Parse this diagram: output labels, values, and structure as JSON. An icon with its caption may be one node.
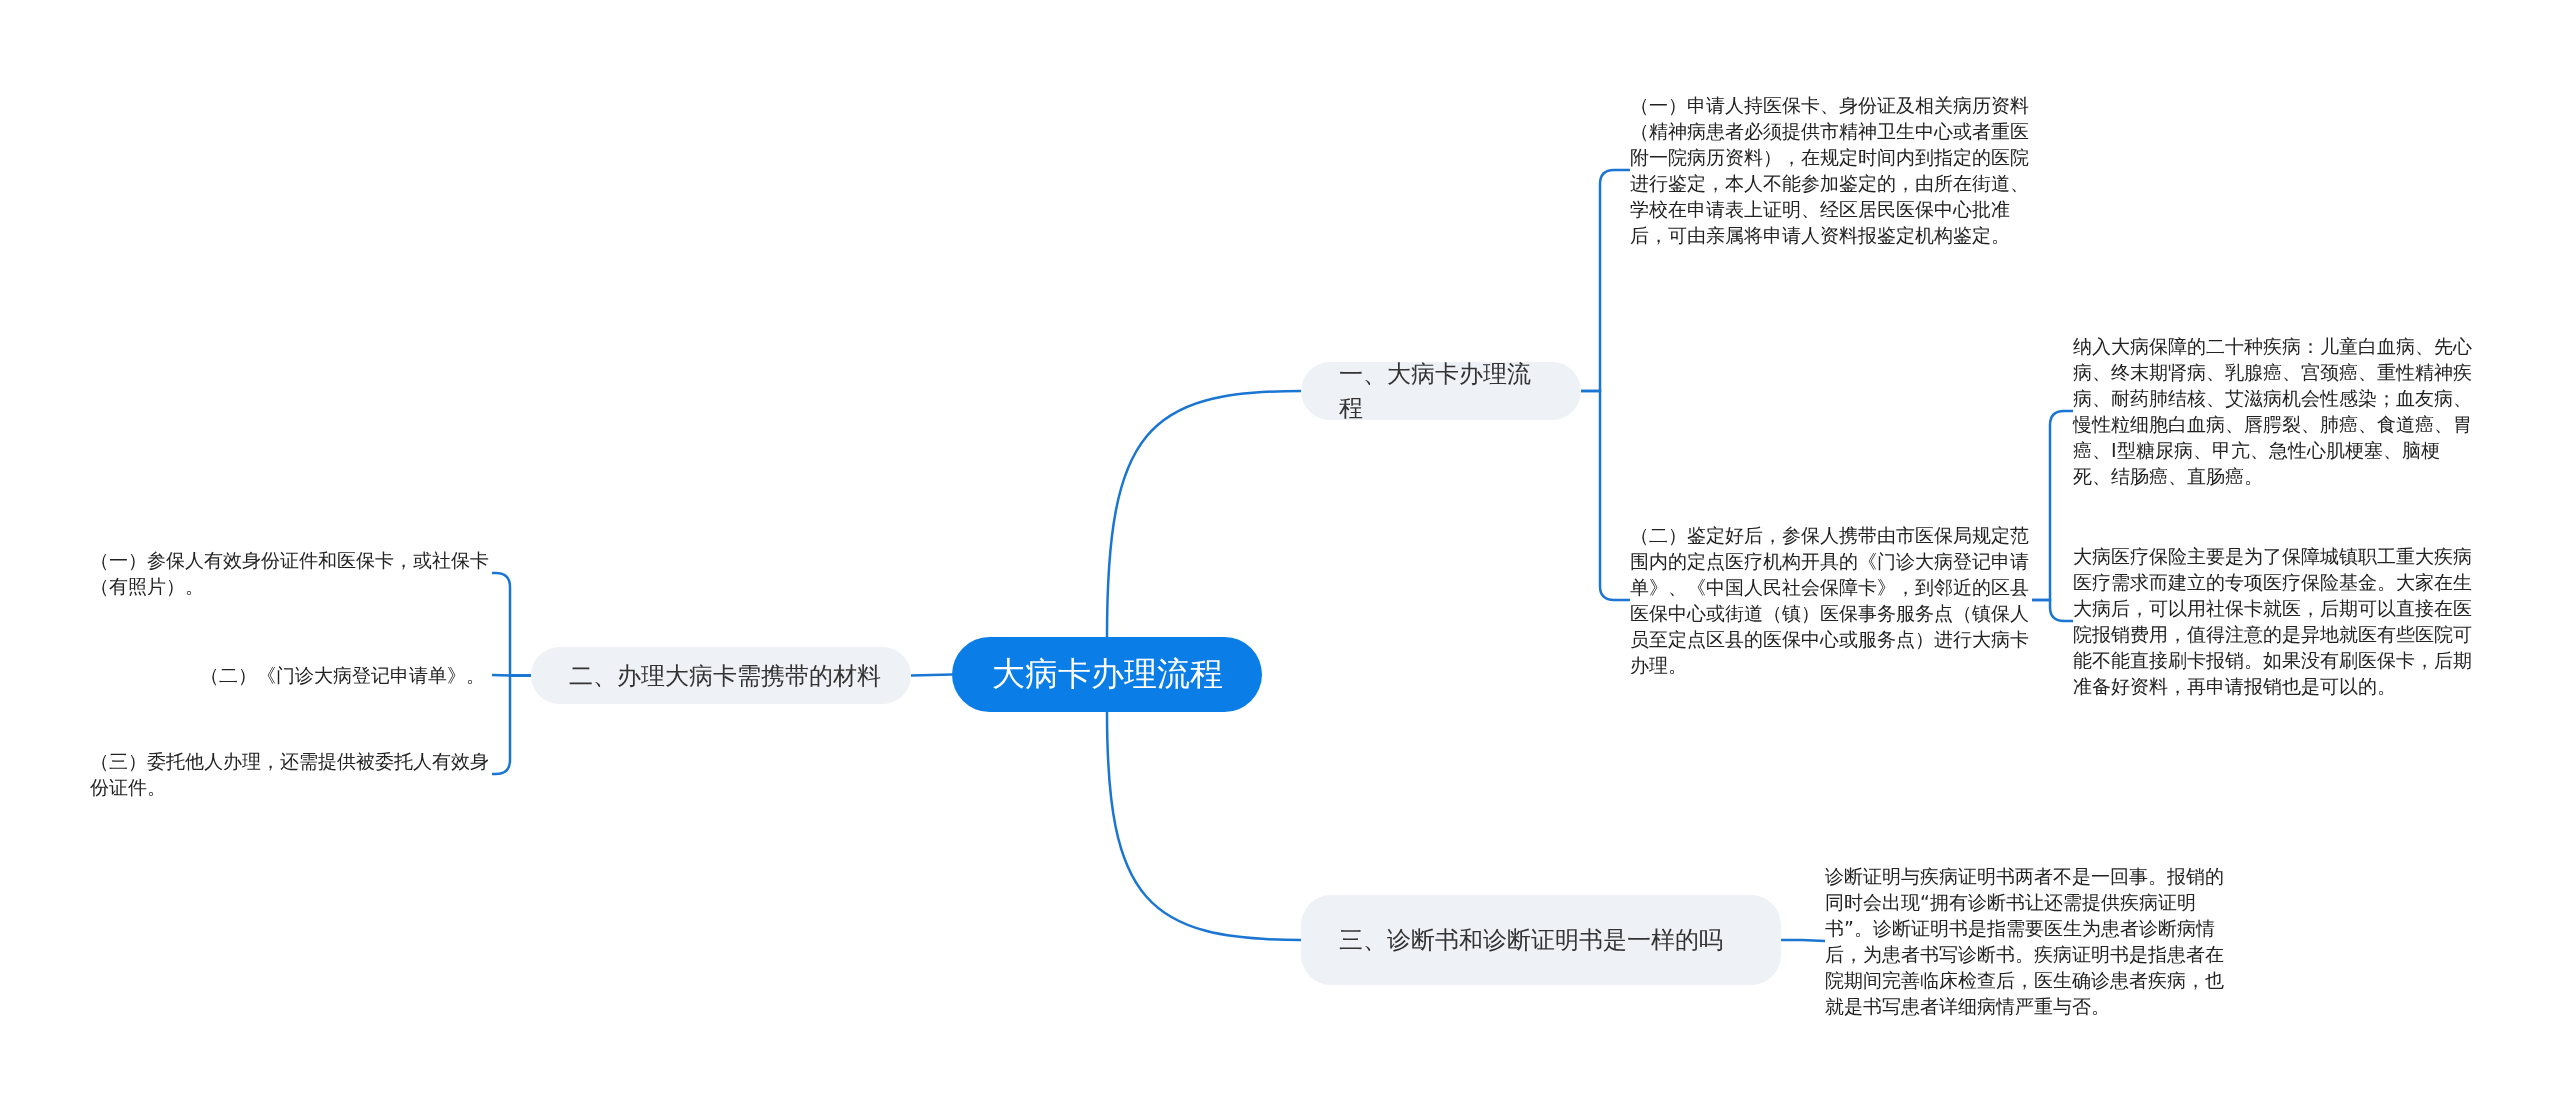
{
  "diagram": {
    "nodes": [
      {
        "text": [
          "大病卡办理流程"
        ]
      },
      {
        "text": [
          "一、大病卡办理流程"
        ]
      },
      {
        "text": [
          "（一）申请人持医保卡、身份证及相关病历资料（精神病患者必须提供市精神卫生中心或者重医附一院病历资料），在规定时间内到指定的医院进行鉴定，本人不能参加鉴定的，由所在街道、学校在申请表上证明、经区居民医保中心批准后，可由亲属将申请人资料报鉴定机构鉴定。"
        ]
      },
      {
        "text": [
          "（二）鉴定好后，参保人携带由市医保局规定范围内的定点医疗机构开具的《门诊大病登记申请单》、《中国人民社会保障卡》，到邻近的区县医保中心或街道（镇）医保事务服务点（镇保人员至定点区县的医保中心或服务点）进行大病卡办理。"
        ]
      },
      {
        "text": [
          "纳入大病保障的二十种疾病：儿童白血病、先心病、终末期肾病、乳腺癌、宫颈癌、重性精神疾病、耐药肺结核、艾滋病机会性感染；血友病、慢性粒细胞白血病、唇腭裂、肺癌、食道癌、胃癌、Ⅰ型糖尿病、甲亢、急性心肌梗塞、脑梗死、结肠癌、直肠癌。"
        ]
      },
      {
        "text": [
          "大病医疗保险主要是为了保障城镇职工重大疾病医疗需求而建立的专项医疗保险基金。大家在生大病后，可以用社保卡就医，后期可以直接在医院报销费用，值得注意的是异地就医有些医院可能不能直接刷卡报销。如果没有刷医保卡，后期准备好资料，再申请报销也是可以的。"
        ]
      },
      {
        "text": [
          "二、办理大病卡需携带的材料"
        ]
      },
      {
        "text": [
          "（一）参保人有效身份证件和医保卡，或社保卡（有照片）。"
        ]
      },
      {
        "text": [
          "（二）《门诊大病登记申请单》。"
        ]
      },
      {
        "text": [
          "（三）委托他人办理，还需提供被委托人有效身份证件。"
        ]
      },
      {
        "text": [
          "三、诊断书和诊断证明书是一样的吗"
        ]
      },
      {
        "text": [
          "诊断证明与疾病证明书两者不是一回事。报销的同时会出现“拥有诊断书让还需提供疾病证明书”。诊断证明书是指需要医生为患者诊断病情后，为患者书写诊断书。疾病证明书是指患者在院期间完善临床检查后，医生确诊患者疾病，也就是书写患者详细病情严重与否。"
        ]
      }
    ],
    "edges": [
      {
        "from": 0,
        "to": 1,
        "arrow": "none"
      },
      {
        "from": 1,
        "to": 2,
        "arrow": "none"
      },
      {
        "from": 1,
        "to": 3,
        "arrow": "none"
      },
      {
        "from": 3,
        "to": 4,
        "arrow": "none"
      },
      {
        "from": 3,
        "to": 5,
        "arrow": "none"
      },
      {
        "from": 0,
        "to": 6,
        "arrow": "none"
      },
      {
        "from": 6,
        "to": 7,
        "arrow": "none"
      },
      {
        "from": 6,
        "to": 8,
        "arrow": "none"
      },
      {
        "from": 6,
        "to": 9,
        "arrow": "none"
      },
      {
        "from": 0,
        "to": 10,
        "arrow": "none"
      },
      {
        "from": 10,
        "to": 11,
        "arrow": "none"
      }
    ]
  }
}
